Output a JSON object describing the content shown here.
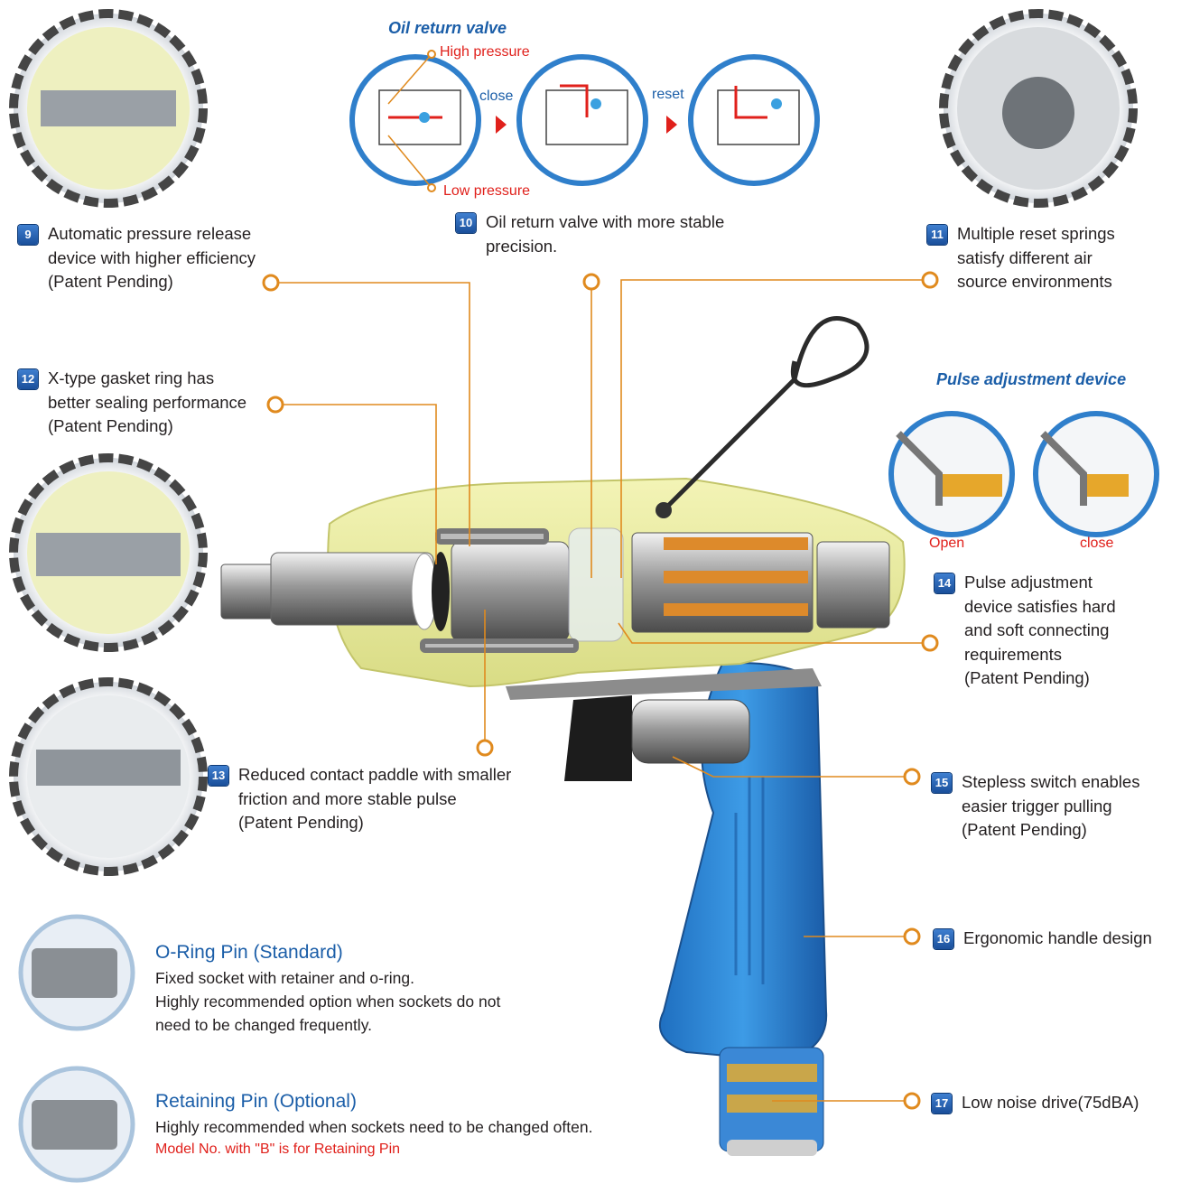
{
  "oil_valve": {
    "title": "Oil return valve",
    "high_pressure": "High pressure",
    "low_pressure": "Low pressure",
    "close": "close",
    "reset": "reset"
  },
  "pulse_device": {
    "title": "Pulse adjustment device",
    "open": "Open",
    "close": "close"
  },
  "features": [
    {
      "num": "9",
      "lines": [
        "Automatic pressure release",
        "device with higher efficiency",
        "(Patent Pending)"
      ]
    },
    {
      "num": "10",
      "lines": [
        "Oil return valve with more stable",
        "precision."
      ]
    },
    {
      "num": "11",
      "lines": [
        "Multiple reset springs",
        "satisfy different air",
        "source environments"
      ]
    },
    {
      "num": "12",
      "lines": [
        "X-type gasket ring has",
        "better sealing performance",
        "(Patent Pending)"
      ]
    },
    {
      "num": "13",
      "lines": [
        "Reduced contact paddle with smaller",
        "friction and more stable pulse",
        "(Patent Pending)"
      ]
    },
    {
      "num": "14",
      "lines": [
        "Pulse adjustment",
        "device satisfies hard",
        "and soft connecting",
        "requirements",
        "(Patent Pending)"
      ]
    },
    {
      "num": "15",
      "lines": [
        "Stepless switch enables",
        "easier trigger pulling",
        "(Patent Pending)"
      ]
    },
    {
      "num": "16",
      "lines": [
        "Ergonomic handle design"
      ]
    },
    {
      "num": "17",
      "lines": [
        "Low noise drive(75dBA)"
      ]
    }
  ],
  "pins": [
    {
      "title": "O-Ring Pin (Standard)",
      "lines": [
        "Fixed socket with retainer and o-ring.",
        "Highly recommended option when sockets do not",
        "need to be changed frequently."
      ]
    },
    {
      "title": "Retaining Pin (Optional)",
      "lines": [
        "Highly recommended when sockets need to be changed often."
      ],
      "note": "Model No. with \"B\" is for Retaining Pin"
    }
  ],
  "colors": {
    "accent_blue": "#1b5ea8",
    "accent_red": "#e0201b",
    "leader": "#e08a1e",
    "handle": "#2f8ad8",
    "housing": "#ecee9e"
  }
}
